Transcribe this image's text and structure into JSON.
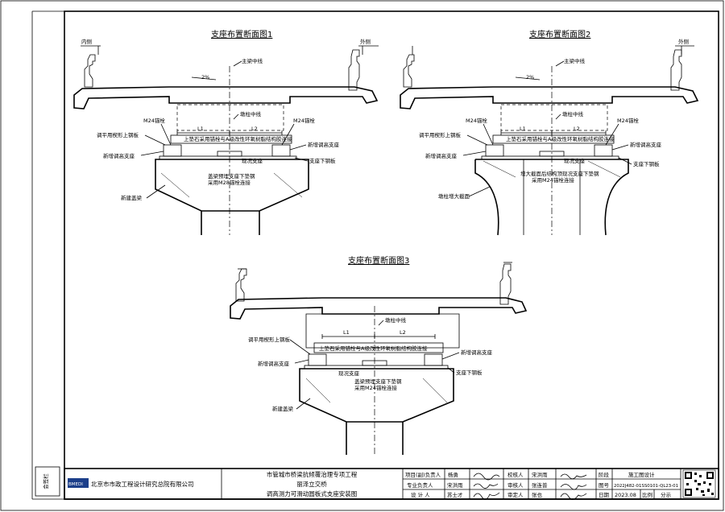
{
  "drawing": {
    "view1": {
      "title": "支座布置断面图1",
      "left_side": "内侧",
      "right_side": "外侧",
      "main_beam_center": "主梁中线",
      "slope": "2%",
      "pier_center": "墩柱中线",
      "l1": "L1",
      "l2": "L2",
      "m24_left": "M24锚栓",
      "m24_right": "M24锚栓",
      "leveling_plate": "调平用楔形上钢板",
      "top_block": "上垫石采用锚栓与A级改性环氧树脂结构胶连接",
      "new_bearing_left": "新增调高支座",
      "new_bearing_right": "新增调高支座",
      "existing_bearing": "现况支座",
      "lower_plate": "支座下钢板",
      "embed_note_1": "盖梁预埋支座下垫钢",
      "embed_note_2": "采用M28锚栓连接",
      "new_cap_beam": "新建盖梁"
    },
    "view2": {
      "title": "支座布置断面图2",
      "right_side": "外侧",
      "main_beam_center": "主梁中线",
      "slope": "2%",
      "pier_center": "墩柱中线",
      "l1": "L1",
      "l2": "L2",
      "m24_left": "M24锚栓",
      "m24_right": "M24锚栓",
      "leveling_plate": "调平用楔形上钢板",
      "top_block": "上垫石采用锚栓与A级改性环氧树脂结构胶连接",
      "new_bearing_left": "新增调高支座",
      "new_bearing_right": "新增调高支座",
      "existing_bearing": "现况支座",
      "lower_plate": "支座下钢板",
      "embed_note_1": "增大截面后结构顶现况支座下垫钢",
      "embed_note_2": "采用M24锚栓连接",
      "enlarged_section": "墩柱增大截面"
    },
    "view3": {
      "title": "支座布置断面图3",
      "pier_center": "墩柱中线",
      "l1": "L1",
      "l2": "L2",
      "leveling_plate": "调平用楔形上钢板",
      "top_block": "上垫石采用锚栓与A级改性环氧树脂结构胶连接",
      "new_bearing_left": "新增调高支座",
      "new_bearing_right": "新增调高支座",
      "existing_bearing": "现况支座",
      "lower_plate": "支座下钢板",
      "embed_note_1": "盖梁预埋支座下垫钢",
      "embed_note_2": "采用M24锚栓连接",
      "new_cap_beam": "新建盖梁"
    }
  },
  "title_block": {
    "company": "北京市市政工程设计研究总院有限公司",
    "logo_text": "BMEDI",
    "project_line1": "市管城市桥梁抗倾覆治理专项工程",
    "project_line2": "丽泽立交桥",
    "drawing_name": "调高测力可滑动圆板式支座安装图",
    "project_lead_label": "项目(副)负责人",
    "project_lead_name": "杨勇",
    "discipline_lead_label": "专业负责人",
    "discipline_lead_name": "宋洪雨",
    "designer_label": "设 计 人",
    "designer_name": "苏士才",
    "checker_label": "校核人",
    "checker_name": "宋洪雨",
    "reviewer_label": "审核人",
    "reviewer_name": "张连普",
    "approver_label": "审定人",
    "approver_name": "张也",
    "stage_label": "阶段",
    "stage_value": "施工图设计",
    "drawing_no_label": "图号",
    "drawing_no_value": "2022J482-01SS0101-QL23-01",
    "date_label": "日期",
    "date_value": "2023.08",
    "scale_label": "比例",
    "scale_value": "分示"
  },
  "side_stamp": "会签栏"
}
